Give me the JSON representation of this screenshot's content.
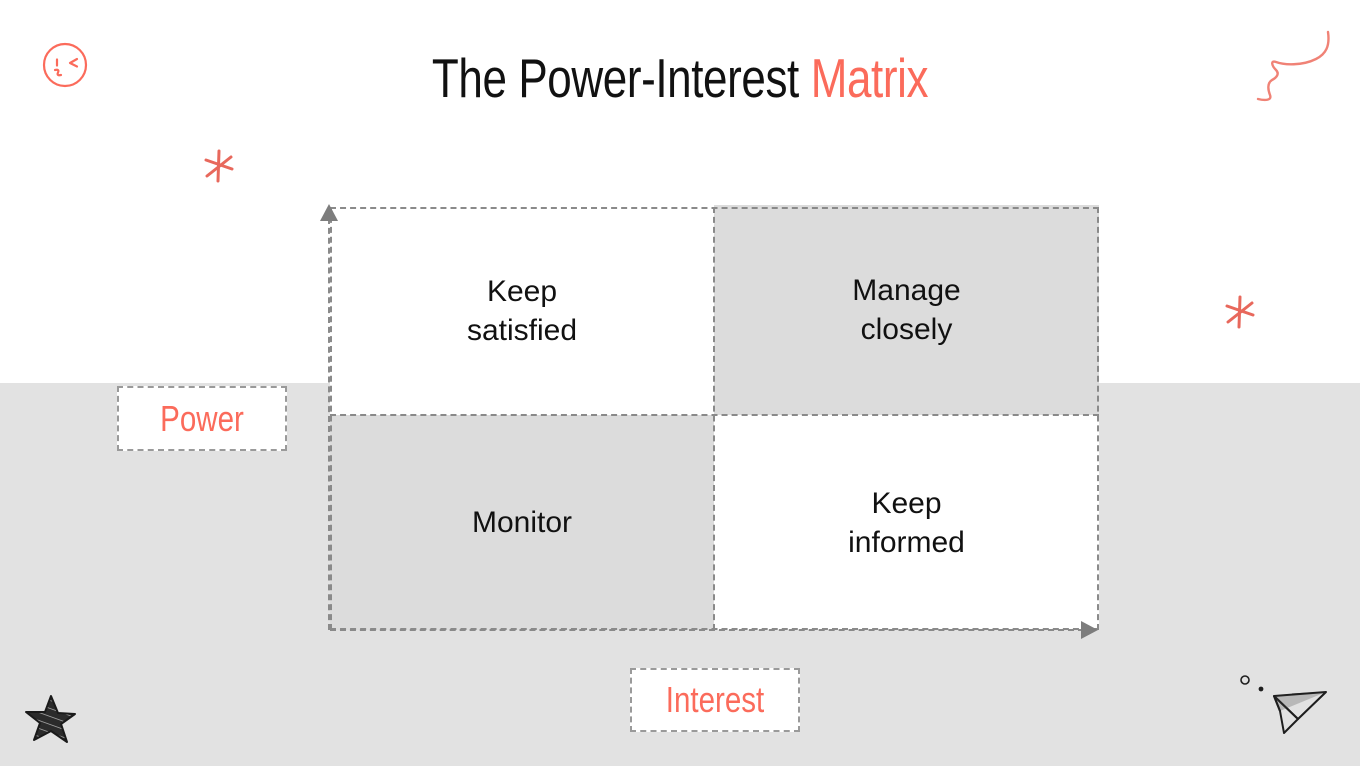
{
  "slide": {
    "title": {
      "main": "The Power-Interest ",
      "accent": "Matrix"
    },
    "accent_color": "#fb6b5b",
    "background": {
      "top_color": "#ffffff",
      "bottom_color": "#e2e2e2"
    }
  },
  "matrix": {
    "axes": {
      "y_label": "Power",
      "x_label": "Interest",
      "line_color": "#8a8a8a",
      "arrow_color": "#7d7d7d"
    },
    "quadrants": [
      {
        "id": "keep-satisfied",
        "label": "Keep\nsatisfied",
        "position": "top-left",
        "fill": "#ffffff",
        "power": "high",
        "interest": "low"
      },
      {
        "id": "manage-closely",
        "label": "Manage\nclosely",
        "position": "top-right",
        "fill": "#dcdcdc",
        "power": "high",
        "interest": "high"
      },
      {
        "id": "monitor",
        "label": "Monitor",
        "position": "bottom-left",
        "fill": "#dcdcdc",
        "power": "low",
        "interest": "low"
      },
      {
        "id": "keep-informed",
        "label": "Keep\ninformed",
        "position": "bottom-right",
        "fill": "#ffffff",
        "power": "low",
        "interest": "high"
      }
    ]
  },
  "decorations": [
    {
      "id": "winking-face",
      "icon": "winking-kiss-face-icon",
      "color": "#fb6b5b"
    },
    {
      "id": "squiggle",
      "icon": "squiggle-line-icon",
      "color": "#f08276"
    },
    {
      "id": "asterisk-left",
      "icon": "asterisk-sparkle-icon",
      "color": "#e8685c"
    },
    {
      "id": "asterisk-right",
      "icon": "asterisk-sparkle-icon",
      "color": "#e8685c"
    },
    {
      "id": "scribble-star",
      "icon": "scribbled-star-icon",
      "color": "#2b2b2b"
    },
    {
      "id": "paper-plane",
      "icon": "paper-plane-icon",
      "color": "#1e1e1e"
    }
  ]
}
